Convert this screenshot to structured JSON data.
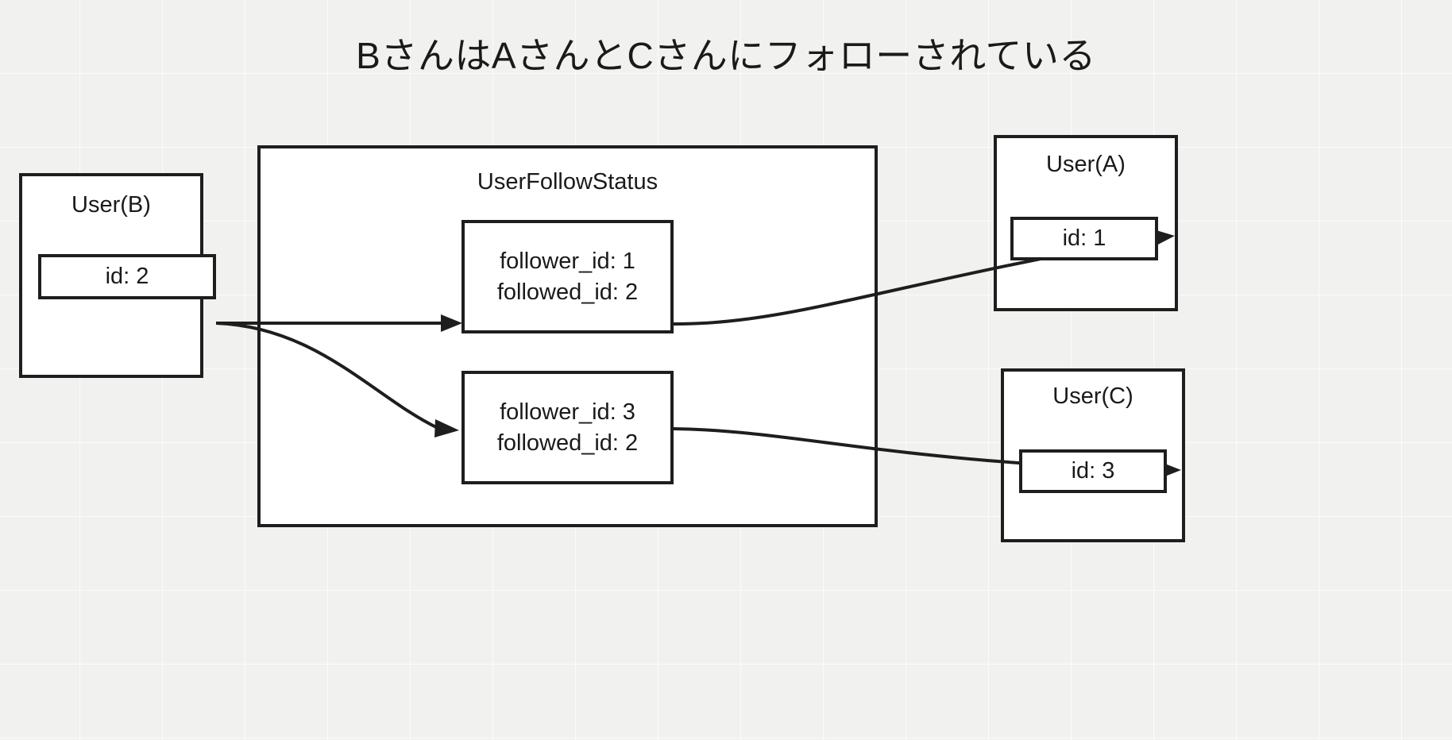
{
  "title": "BさんはAさんとCさんにフォローされている",
  "background": {
    "color": "#f1f1f0",
    "grid_line_color": "#ffffff"
  },
  "theme": {
    "stroke": "#1e1e1e",
    "fill": "#ffffff",
    "text": "#1a1a1a"
  },
  "entities": {
    "user_b": {
      "title": "User(B)",
      "field": "id: 2"
    },
    "user_follow_status": {
      "title": "UserFollowStatus",
      "records": [
        {
          "follower": "follower_id: 1",
          "followed": "followed_id: 2"
        },
        {
          "follower": "follower_id: 3",
          "followed": "followed_id: 2"
        }
      ]
    },
    "user_a": {
      "title": "User(A)",
      "field": "id: 1"
    },
    "user_c": {
      "title": "User(C)",
      "field": "id: 3"
    }
  },
  "edges": [
    {
      "from": "user_b.id",
      "to": "record_1",
      "style": "straight-arrow"
    },
    {
      "from": "user_b.id",
      "to": "record_2",
      "style": "curved-arrow"
    },
    {
      "from": "record_1",
      "to": "user_a.id",
      "style": "curved-arrow"
    },
    {
      "from": "record_2",
      "to": "user_c.id",
      "style": "curved-arrow"
    }
  ]
}
